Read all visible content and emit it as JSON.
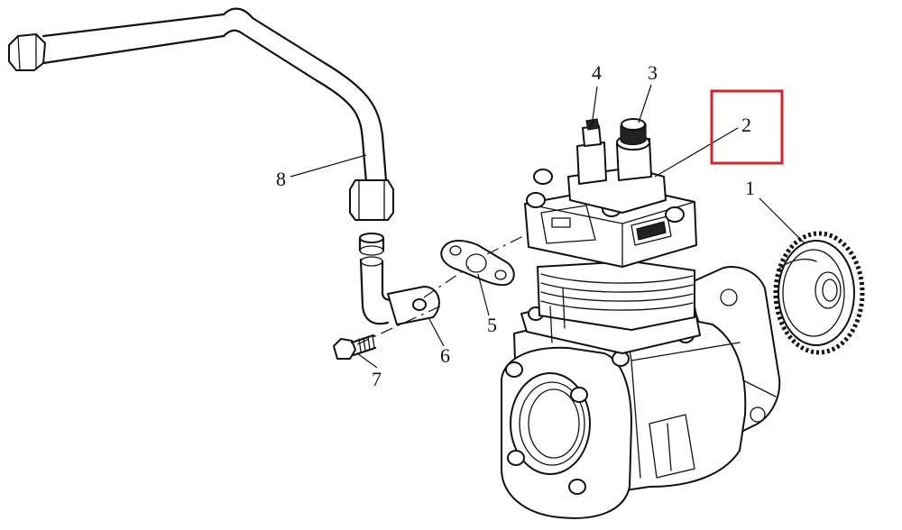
{
  "diagram": {
    "callouts": [
      {
        "id": "1",
        "label": "1"
      },
      {
        "id": "2",
        "label": "2"
      },
      {
        "id": "3",
        "label": "3"
      },
      {
        "id": "4",
        "label": "4"
      },
      {
        "id": "5",
        "label": "5"
      },
      {
        "id": "6",
        "label": "6"
      },
      {
        "id": "7",
        "label": "7"
      },
      {
        "id": "8",
        "label": "8"
      }
    ],
    "highlight": {
      "callout": "2",
      "color": "#d9222a"
    }
  }
}
